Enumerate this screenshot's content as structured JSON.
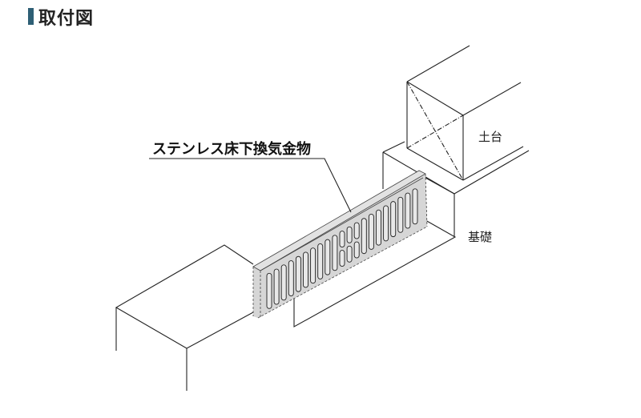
{
  "header": {
    "title": "取付図"
  },
  "labels": {
    "product": "ステンレス床下換気金物",
    "sill": "土台",
    "foundation": "基礎"
  },
  "colors": {
    "accent": "#2e5f75",
    "panel": "#d6d6d6"
  }
}
